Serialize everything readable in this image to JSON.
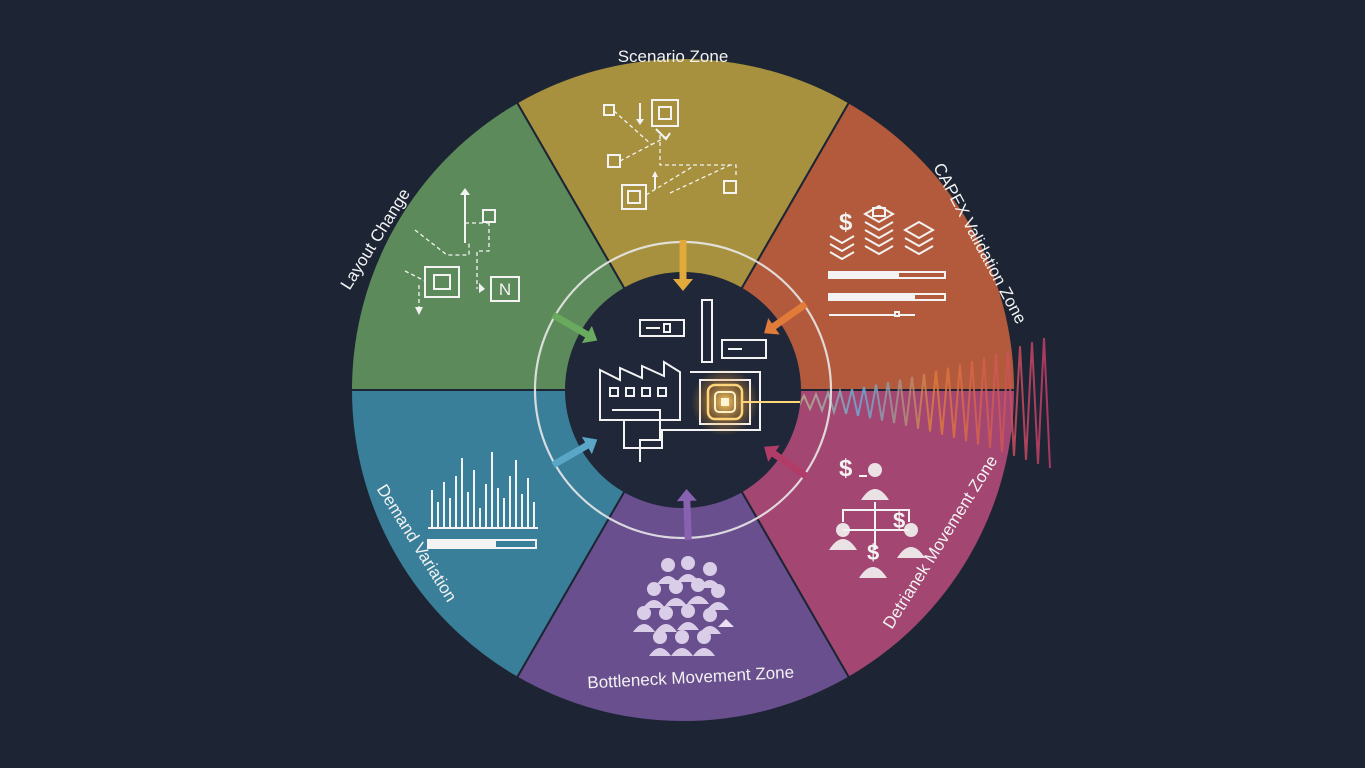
{
  "zones": {
    "scenario": {
      "label": "Scenario Zone",
      "color": "#a7913e"
    },
    "capex": {
      "label": "CAPEX Validation Zone",
      "color": "#b25a3b"
    },
    "detrimental": {
      "label": "Detrianek Movement Zone",
      "color": "#a34672"
    },
    "bottleneck": {
      "label": "Bottleneck Movement Zone",
      "color": "#6a4f8e"
    },
    "demand": {
      "label": "Demand Variation",
      "color": "#3a7f9a"
    },
    "layout": {
      "label": "Layout Change",
      "color": "#5d8a5a"
    }
  },
  "colors": {
    "background": "#1d2535",
    "hub": "#1f2738",
    "arrow_scenario": "#e2a93b",
    "arrow_capex": "#e07b3a",
    "arrow_detrimental": "#b23c68",
    "arrow_bottleneck": "#8862b0",
    "arrow_demand": "#5aa6c6",
    "arrow_layout": "#6aaa5e",
    "glow": "#f0b24a"
  },
  "icons": {
    "scenario": "layout-diagram-icon",
    "capex": "money-stack-icon",
    "detrimental": "org-money-icon",
    "bottleneck": "crowd-icon",
    "demand": "bar-chart-icon",
    "layout": "flow-path-icon",
    "hub": "factory-icon"
  },
  "icon_text": {
    "layout_node": "N",
    "money": "$"
  }
}
